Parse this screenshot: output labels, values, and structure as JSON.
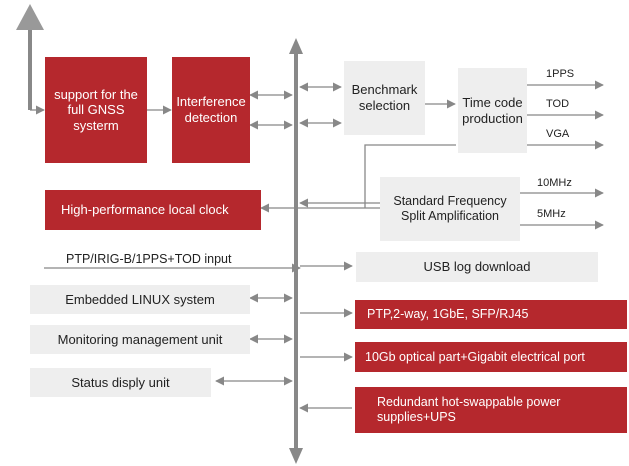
{
  "blocks": {
    "gnss": "support for the full GNSS systerm",
    "interference": "Interference detection",
    "benchmark": "Benchmark selection",
    "timecode": "Time code production",
    "local_clock": "High-performance local clock",
    "std_freq": "Standard Frequency Split Amplification",
    "usb_log": "USB log download",
    "linux": "Embedded LINUX system",
    "monitoring": "Monitoring management unit",
    "status": "Status disply unit",
    "ptp": "PTP,2-way, 1GbE, SFP/RJ45",
    "optical": "10Gb optical part+Gigabit electrical port",
    "power": "Redundant hot-swappable power supplies+UPS"
  },
  "outputs": {
    "pps": "1PPS",
    "tod": "TOD",
    "vga": "VGA",
    "mhz10": "10MHz",
    "mhz5": "5MHz"
  },
  "inputs": {
    "ptp_irig": "PTP/IRIG-B/1PPS+TOD input"
  },
  "colors": {
    "red": "#b5282d",
    "gray_box": "#eeeeee",
    "wire": "#888888"
  }
}
